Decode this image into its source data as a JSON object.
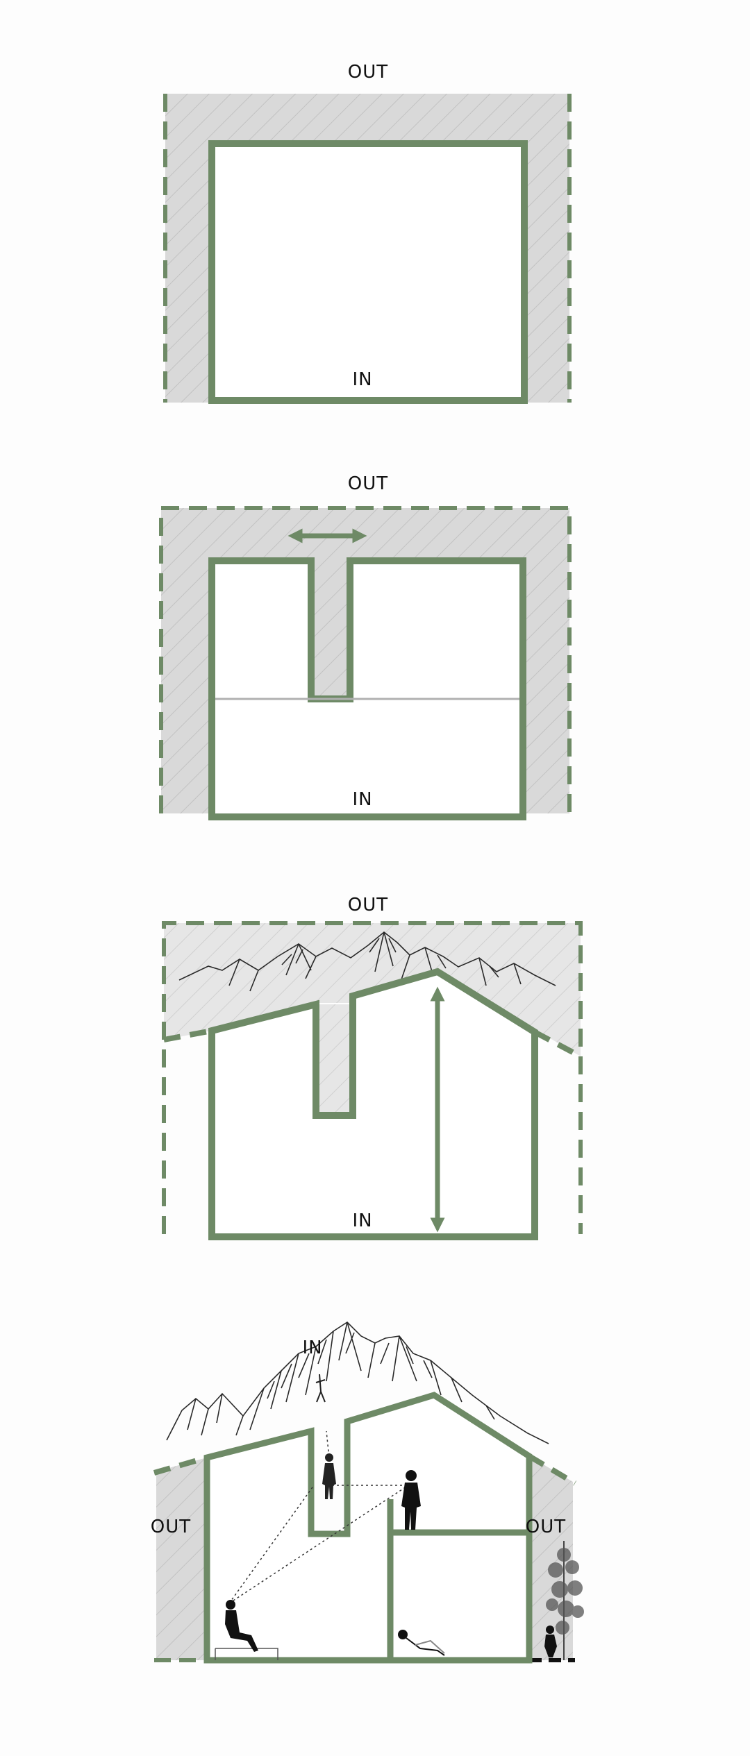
{
  "colors": {
    "wall": "#6e8a66",
    "hatch_bg": "#d9d9d9",
    "hatch_line": "#bdbdbd",
    "floor_line": "#b0b0b0",
    "sketch": "#2a2a2a"
  },
  "panels": [
    {
      "out_label": "OUT",
      "in_label": "IN"
    },
    {
      "out_label": "OUT",
      "in_label": "IN"
    },
    {
      "out_label": "OUT",
      "in_label": "IN"
    },
    {
      "out_label_left": "OUT",
      "out_label_right": "OUT",
      "in_label": "IN"
    }
  ],
  "icons": [
    "double-arrow-horizontal-icon",
    "double-arrow-vertical-icon",
    "mountain-sketch",
    "person-figure-icon",
    "tree-icon"
  ]
}
